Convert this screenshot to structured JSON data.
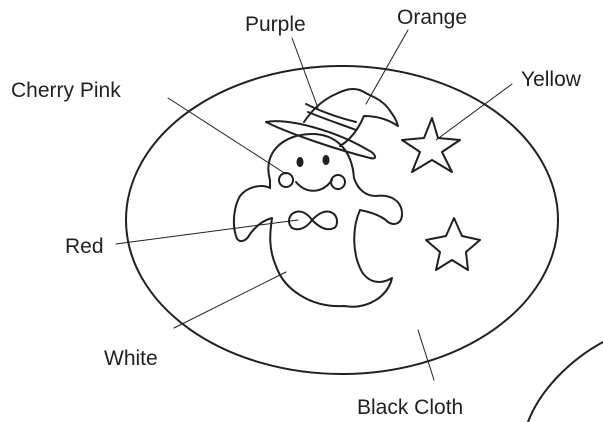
{
  "labels": {
    "purple": "Purple",
    "orange": "Orange",
    "cherry_pink": "Cherry Pink",
    "yellow": "Yellow",
    "red": "Red",
    "white": "White",
    "black_cloth": "Black Cloth"
  },
  "colors": {
    "line": "#231f20",
    "background": "#ffffff"
  },
  "icons": [
    "ghost-icon",
    "witch-hat-icon",
    "star-icon",
    "bow-tie-icon"
  ]
}
